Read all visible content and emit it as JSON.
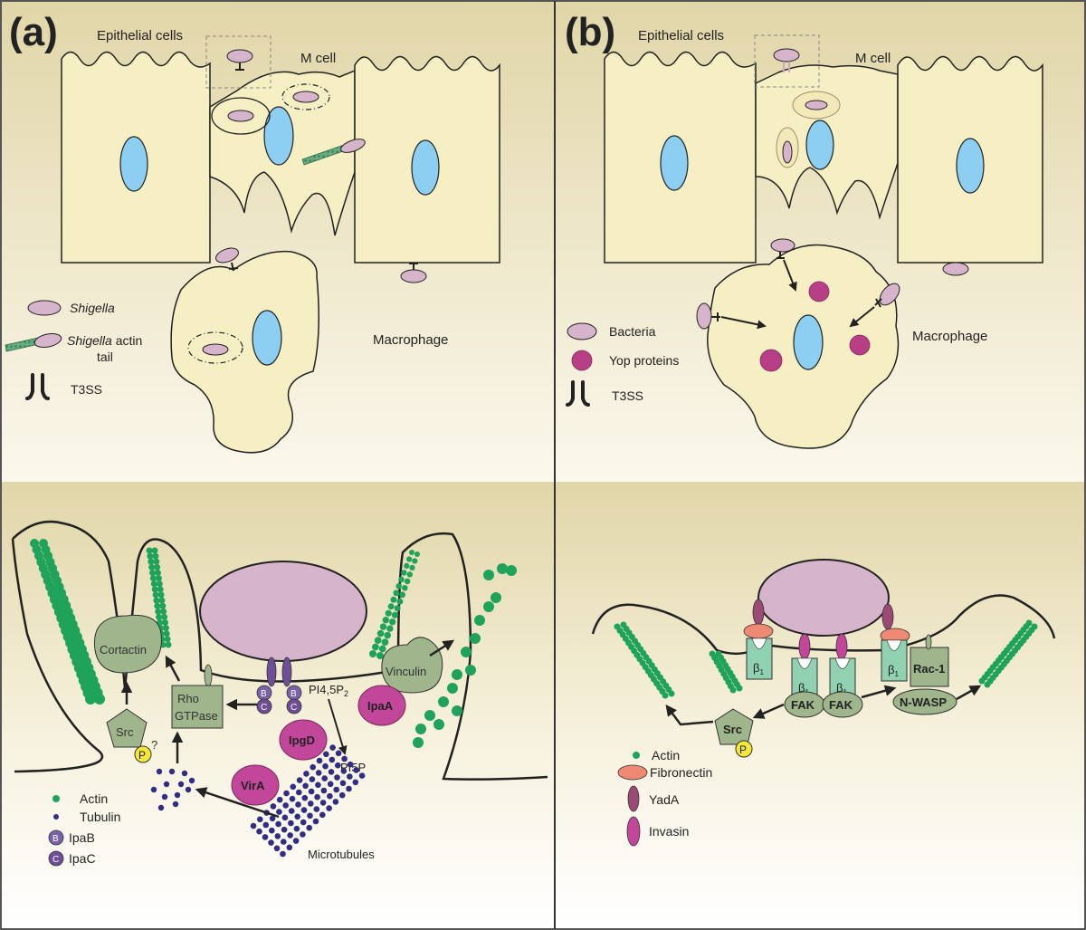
{
  "colors": {
    "cell_fill": "#f7efc4",
    "nucleus": "#8dcff3",
    "bacteria": "#d6b4cb",
    "actin": "#1fa35b",
    "tubulin": "#2f2d84",
    "purple_protein": "#c2469a",
    "olive_protein": "#9fb58c",
    "teal_receptor": "#8fd1b0",
    "fibronectin": "#ee8a74",
    "yada": "#9b4a76",
    "phospho": "#f4e73a",
    "ipa_dark": "#6f4e98",
    "panel_top": "#e3d9ae",
    "panel_bottom": "#ffffff"
  },
  "panel_a": {
    "label": "(a)",
    "top": {
      "epithelial_cells": "Epithelial cells",
      "m_cell": "M cell",
      "macrophage": "Macrophage",
      "legend": {
        "shigella_em": "Shigella",
        "actin_tail_em": "Shigella",
        "actin_tail_rest": " actin",
        "actin_tail_line2": "tail",
        "t3ss": "T3SS"
      }
    },
    "bottom": {
      "cortactin": "Cortactin",
      "rho": "Rho",
      "gtpase": "GTPase",
      "src": "Src",
      "p": "P",
      "question": "?",
      "b": "B",
      "c": "C",
      "pi45p2": "PI4,5P",
      "pi45p2_sub": "2",
      "pi5p": "PI5P",
      "vinculin": "Vinculin",
      "ipaa": "IpaA",
      "ipgd": "IpgD",
      "vira": "VirA",
      "microtubules": "Microtubules",
      "legend": {
        "actin": "Actin",
        "tubulin": "Tubulin",
        "ipab": "IpaB",
        "ipac": "IpaC"
      }
    }
  },
  "panel_b": {
    "label": "(b)",
    "top": {
      "epithelial_cells": "Epithelial cells",
      "m_cell": "M cell",
      "macrophage": "Macrophage",
      "legend": {
        "bacteria": "Bacteria",
        "yop": "Yop proteins",
        "t3ss": "T3SS"
      }
    },
    "bottom": {
      "beta": "β",
      "beta_sub": "1",
      "fak": "FAK",
      "rac1": "Rac-1",
      "nwasp": "N-WASP",
      "src": "Src",
      "p": "P",
      "legend": {
        "actin": "Actin",
        "fibronectin": "Fibronectin",
        "yada": "YadA",
        "invasin": "Invasin"
      }
    }
  }
}
